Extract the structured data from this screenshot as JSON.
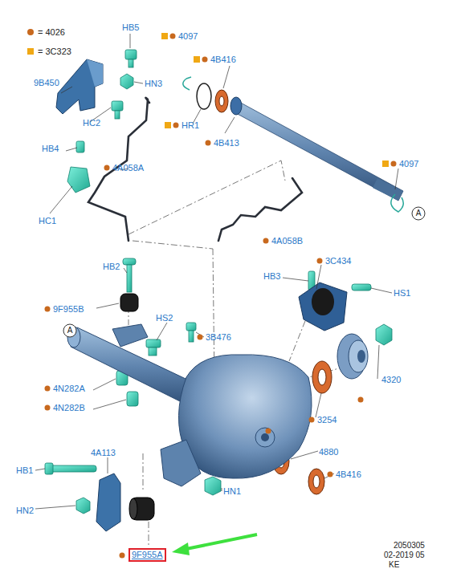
{
  "diagram": {
    "nodes": [
      {
        "text": [
          "A"
        ]
      },
      {
        "text": [
          "A"
        ]
      },
      {
        "text": [
          "9F955A"
        ]
      }
    ],
    "labels": [
      "HB5",
      "4097",
      "9B450",
      "HN3",
      "4B416",
      "HC2",
      "HR1",
      "4B413",
      "HB4",
      "4A058A",
      "4097",
      "HC1",
      "4A058B",
      "HB2",
      "3C434",
      "HB3",
      "HS1",
      "9F955B",
      "HS2",
      "3B476",
      "4320",
      "4N282A",
      "4N282B",
      "3254",
      "4A113",
      "4880",
      "HB1",
      "4B416",
      "HN1",
      "HN2",
      "2050305",
      "02-2019 05",
      "KE"
    ],
    "legend": [
      {
        "text": "= 4026",
        "color": "#c8691e"
      },
      {
        "text": "= 3C323",
        "color": "#f0a814"
      }
    ]
  }
}
